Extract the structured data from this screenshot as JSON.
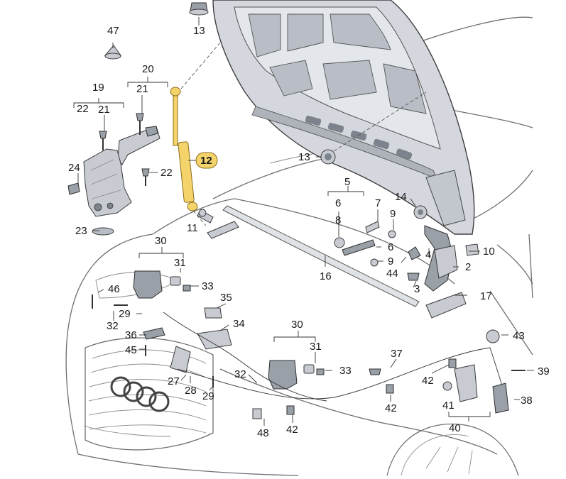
{
  "highlight_color": "#f5d36b",
  "callouts": {
    "c13_top": "13",
    "c47": "47",
    "c20": "20",
    "c19": "19",
    "c21_a": "21",
    "c22_a": "22",
    "c21_b": "21",
    "c12": "12",
    "c24": "24",
    "c22_b": "22",
    "c23": "23",
    "c11": "11",
    "c13_mid": "13",
    "c5": "5",
    "c6_a": "6",
    "c7": "7",
    "c8": "8",
    "c9_a": "9",
    "c14": "14",
    "c10": "10",
    "c6_b": "6",
    "c9_b": "9",
    "c4": "4",
    "c44": "44",
    "c2": "2",
    "c3": "3",
    "c16": "16",
    "c17": "17",
    "c30_a": "30",
    "c31_a": "31",
    "c33_a": "33",
    "c46": "46",
    "c35": "35",
    "c32_a": "32",
    "c29_a": "29",
    "c36": "36",
    "c34": "34",
    "c45": "45",
    "c30_b": "30",
    "c31_b": "31",
    "c33_b": "33",
    "c37": "37",
    "c43": "43",
    "c27": "27",
    "c28": "28",
    "c32_b": "32",
    "c29_b": "29",
    "c42_a": "42",
    "c39": "39",
    "c42_b": "42",
    "c38": "38",
    "c41": "41",
    "c48": "48",
    "c42_c": "42",
    "c40": "40"
  }
}
